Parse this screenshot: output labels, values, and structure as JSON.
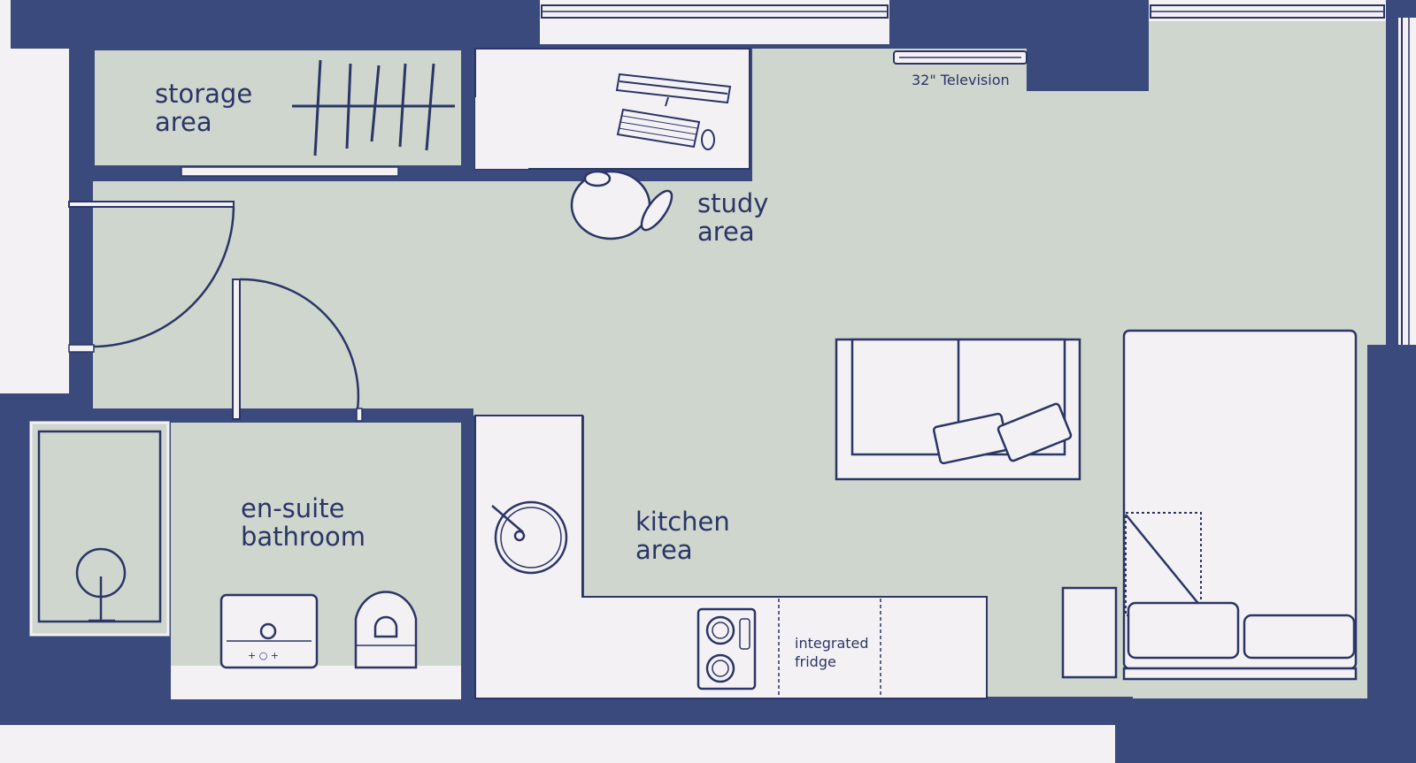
{
  "colors": {
    "wall": "#3a4a7c",
    "floor": "#ced6ce",
    "white": "#f4f1f4",
    "line": "#2b3566"
  },
  "labels": {
    "storage": [
      "storage",
      "area"
    ],
    "study": [
      "study",
      "area"
    ],
    "tv": "32\" Television",
    "bathroom": [
      "en-suite",
      "bathroom"
    ],
    "kitchen": [
      "kitchen",
      "area"
    ],
    "fridge": [
      "integrated",
      "fridge"
    ]
  }
}
